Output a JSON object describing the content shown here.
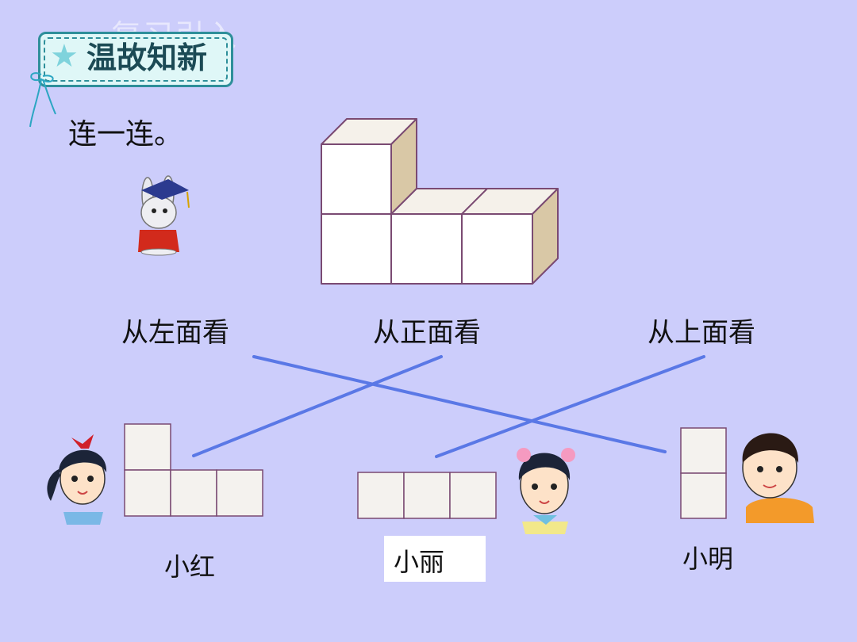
{
  "header": {
    "ghost_title": "复习引入",
    "banner_title": "温故知新",
    "instruction": "连一连。"
  },
  "views": [
    {
      "label": "从左面看"
    },
    {
      "label": "从正面看"
    },
    {
      "label": "从上面看"
    }
  ],
  "people": [
    {
      "name": "小红"
    },
    {
      "name": "小丽"
    },
    {
      "name": "小明"
    }
  ],
  "colors": {
    "background": "#cccdfb",
    "connector_line": "#5a78e6",
    "cube_edge": "#7a4a72"
  }
}
